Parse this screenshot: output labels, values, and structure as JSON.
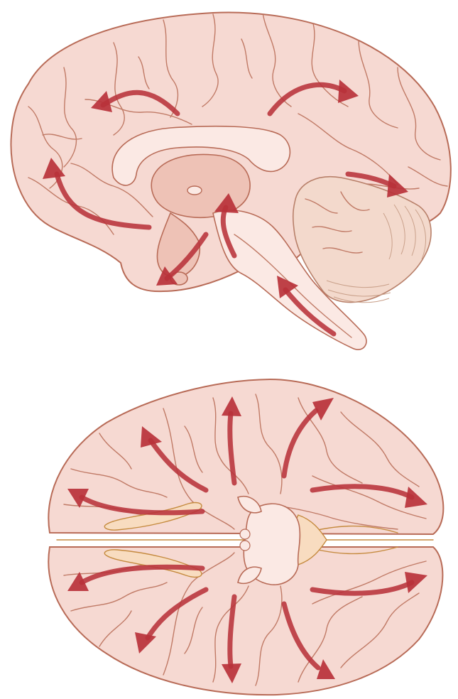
{
  "figure": {
    "panels": [
      {
        "view": "sagittal",
        "arrow_count": 7
      },
      {
        "view": "ventral",
        "arrow_count": 10
      }
    ],
    "colors": {
      "tissue_fill": "#f6d9d2",
      "tissue_outline": "#b86b57",
      "arrow": "#b8323a",
      "vessels": "#c58a3e",
      "background": "#ffffff"
    }
  }
}
